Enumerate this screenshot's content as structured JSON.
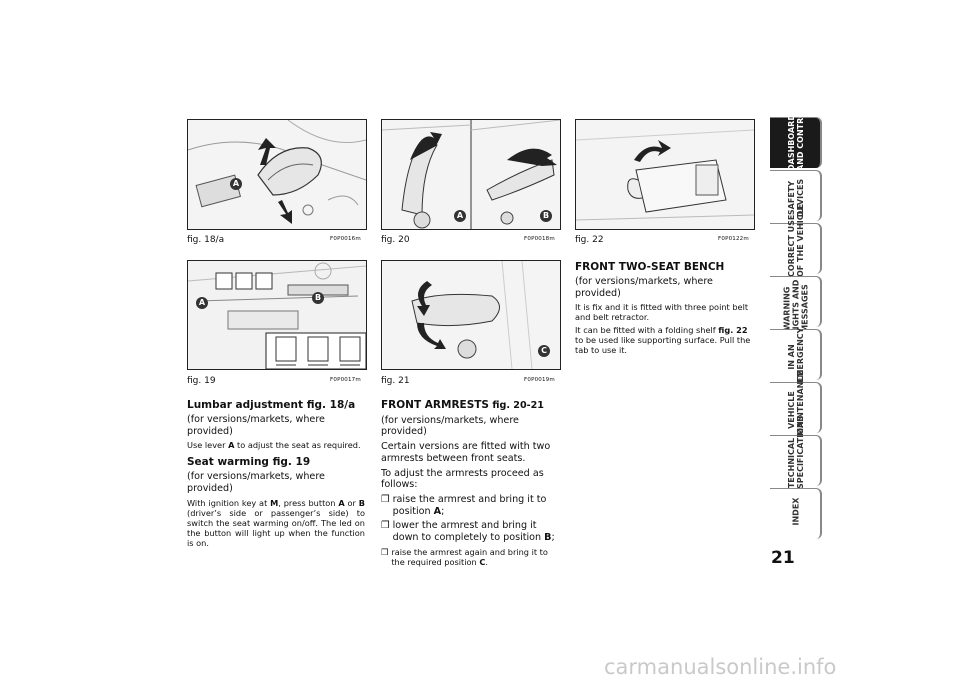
{
  "figures": {
    "f18a": {
      "caption": "fig. 18/a",
      "code": "F0P0016m"
    },
    "f19": {
      "caption": "fig. 19",
      "code": "F0P0017m"
    },
    "f20": {
      "caption": "fig. 20",
      "code": "F0P0018m"
    },
    "f21": {
      "caption": "fig. 21",
      "code": "F0P0019m"
    },
    "f22": {
      "caption": "fig. 22",
      "code": "F0P0122m"
    }
  },
  "callouts": {
    "a": "A",
    "b": "B",
    "c": "C"
  },
  "col1": {
    "h1": "Lumbar adjustment fig. 18/a",
    "h1_sub": "(for versions/markets, where provided)",
    "p1_pre": "Use lever ",
    "p1_key": "A",
    "p1_post": " to adjust the seat as required.",
    "h2": "Seat warming fig. 19",
    "h2_sub": "(for versions/markets, where provided)",
    "p2_a": "With ignition key at ",
    "p2_m": "M",
    "p2_b": ", press button ",
    "p2_A": "A",
    "p2_c": " or ",
    "p2_B": "B",
    "p2_d": " (driver’s side or passenger’s side) to switch the seat warming on/off. The led on the button will light up when the function is on."
  },
  "col2": {
    "h_bold": "FRONT ARMRESTS",
    "h_fig": " fig. 20-21",
    "sub": "(for versions/markets, where provided)",
    "p1": "Certain versions are fitted with two armrests between front seats.",
    "p2": "To adjust the armrests proceed as follows:",
    "b1_pre": "raise the armrest and bring it to position ",
    "b1_key": "A",
    "b1_post": ";",
    "b2_pre": "lower the armrest and bring it down to completely to position ",
    "b2_key": "B",
    "b2_post": ";",
    "b3_pre": "raise the armrest again and bring it to the required position ",
    "b3_key": "C",
    "b3_post": ".",
    "bullet": "❒"
  },
  "col3": {
    "h": "FRONT TWO-SEAT BENCH",
    "sub": "(for versions/markets, where provided)",
    "p1": "It is fix and it is fitted with three point belt and belt retractor.",
    "p2_pre": "It can be fitted with a folding shelf ",
    "p2_fig": "fig. 22",
    "p2_post": " to be used like supporting surface. Pull the tab to use it."
  },
  "tabs": [
    {
      "label": "DASHBOARD\nAND CONTROLS",
      "active": true
    },
    {
      "label": "SAFETY\nDEVICES",
      "active": false
    },
    {
      "label": "CORRECT USE\nOF THE VEHICLE",
      "active": false
    },
    {
      "label": "WARNING\nLIGHTS AND\nMESSAGES",
      "active": false
    },
    {
      "label": "IN AN\nEMERGENCY",
      "active": false
    },
    {
      "label": "VEHICLE\nMAINTENANCE",
      "active": false
    },
    {
      "label": "TECHNICAL\nSPECIFICATIONS",
      "active": false
    },
    {
      "label": "INDEX",
      "active": false
    }
  ],
  "page_number": "21",
  "watermark": "carmanualsonline.info",
  "colors": {
    "tab_active": "#1a1a1a",
    "tab_inactive": "#ffffff",
    "tab_border": "#888888"
  }
}
